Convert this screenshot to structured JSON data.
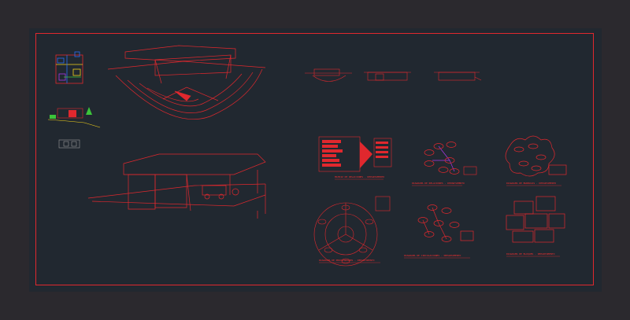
{
  "canvas": {
    "background": "#2b292e",
    "sheet": "#212830",
    "line": "#e0282e",
    "accent_blue": "#2a6df4",
    "accent_yellow": "#f5d31a",
    "accent_green": "#3cc43a",
    "accent_purple": "#a838e8"
  },
  "labels": {
    "matrix": "MATRIZ DE RELACIONES - DEPARTAMENTO",
    "diagram1": "DIAGRAMA DE RELACIONES - DEPARTAMENTO",
    "diagram2": "DIAGRAMA DE BURBUJAS - DEPARTAMENTO",
    "diagram3": "DIAGRAMA DE PROXIMIDADES - DEPARTAMENTO",
    "diagram4": "DIAGRAMA DE CIRCULACIONES - DEPARTAMENTO",
    "diagram5": "DIAGRAMA DE BLOQUES - DEPARTAMENTO"
  }
}
